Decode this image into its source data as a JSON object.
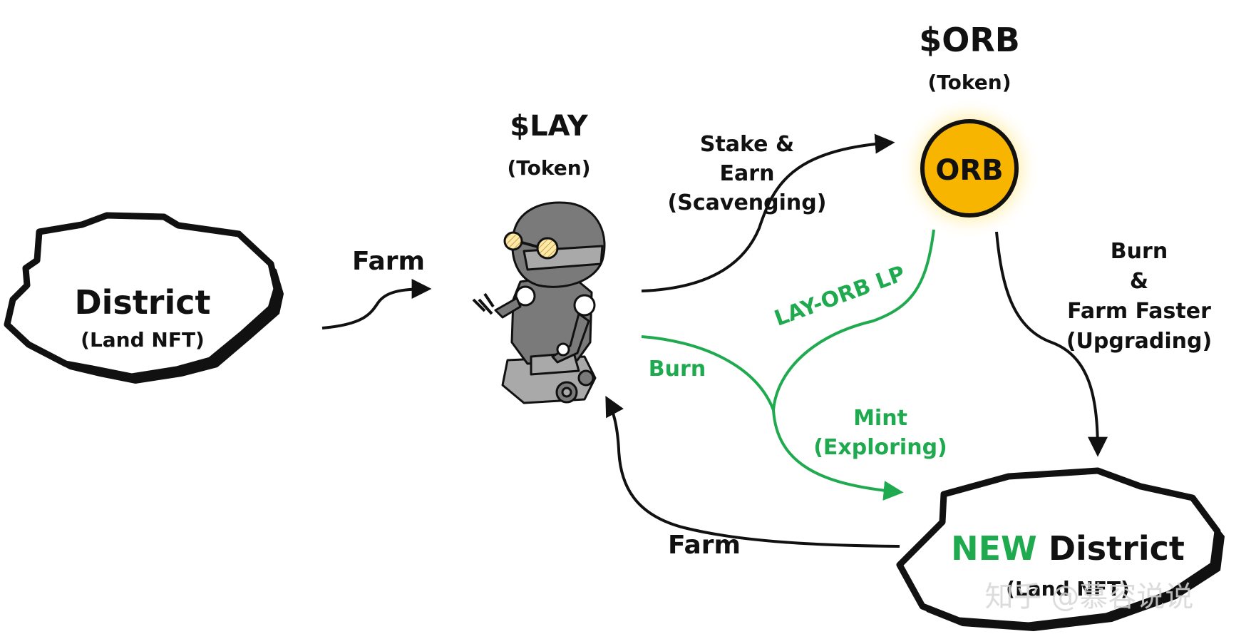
{
  "colors": {
    "ink": "#111111",
    "green": "#1faa4f",
    "orb_fill": "#f7b500",
    "orb_glow": "#ffe680",
    "robot_body": "#7a7a7a",
    "robot_light": "#a9a9a9",
    "watermark": "#d6d6d6"
  },
  "nodes": {
    "district": {
      "title": "District",
      "subtitle": "(Land NFT)"
    },
    "lay": {
      "title": "$LAY",
      "subtitle": "(Token)",
      "icon": "robot-icon"
    },
    "orb": {
      "title": "$ORB",
      "subtitle": "(Token)",
      "coin_label": "ORB",
      "icon": "orb-coin-icon"
    },
    "new_district": {
      "highlight": "NEW",
      "title": "District",
      "subtitle": "(Land NFT)"
    }
  },
  "edges": {
    "farm_top": "Farm",
    "stake": {
      "line1": "Stake &",
      "line2": "Earn",
      "line3": "(Scavenging)"
    },
    "lp": "LAY-ORB LP",
    "burn": "Burn",
    "mint": {
      "line1": "Mint",
      "line2": "(Exploring)"
    },
    "upgrade": {
      "line1": "Burn",
      "line2": "&",
      "line3": "Farm Faster",
      "line4": "(Upgrading)"
    },
    "farm_bottom": "Farm"
  },
  "watermark": "知乎 @慕容说说"
}
